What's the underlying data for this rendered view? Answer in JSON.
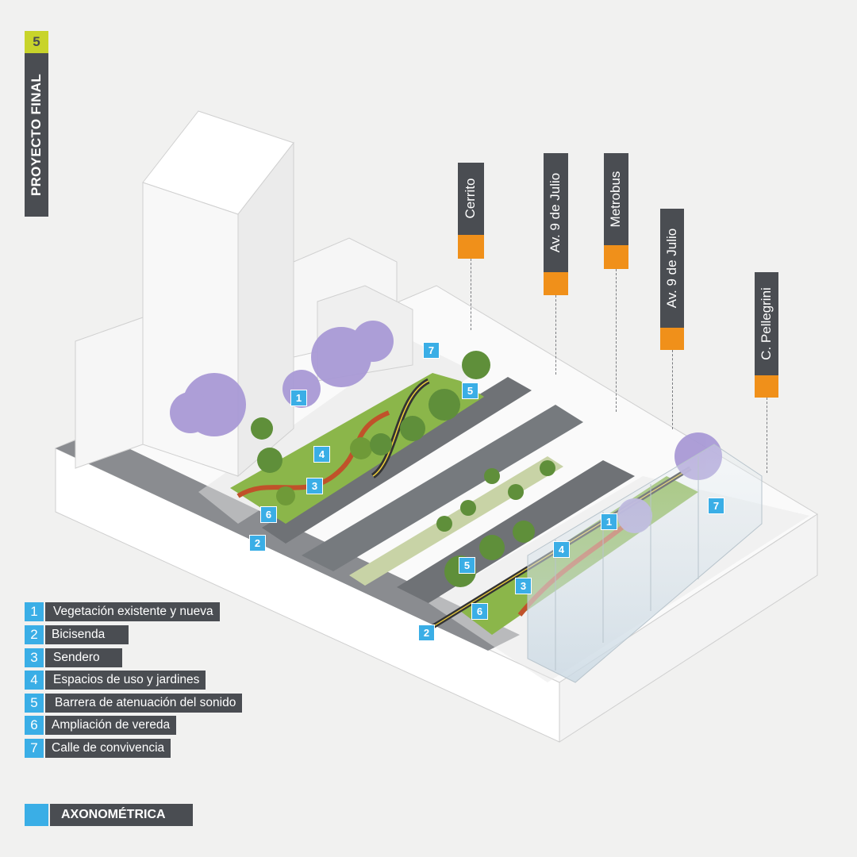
{
  "section": {
    "number": "5",
    "title": "PROYECTO FINAL"
  },
  "streets": [
    {
      "label": "Cerrito"
    },
    {
      "label": "Av. 9 de Julio"
    },
    {
      "label": "Metrobus"
    },
    {
      "label": "Av. 9 de Julio"
    },
    {
      "label": "C. Pellegrini"
    }
  ],
  "markers": [
    "1",
    "2",
    "3",
    "4",
    "5",
    "6",
    "7",
    "1",
    "2",
    "3",
    "4",
    "5",
    "6",
    "7"
  ],
  "legend": [
    {
      "num": "1",
      "label": "Vegetación existente y nueva"
    },
    {
      "num": "2",
      "label": "Bicisenda"
    },
    {
      "num": "3",
      "label": "Sendero"
    },
    {
      "num": "4",
      "label": "Espacios de uso y jardines"
    },
    {
      "num": "5",
      "label": "Barrera de atenuación del sonido"
    },
    {
      "num": "6",
      "label": "Ampliación de vereda"
    },
    {
      "num": "7",
      "label": "Calle de convivencia"
    }
  ],
  "footer": {
    "label": "AXONOMÉTRICA"
  },
  "colors": {
    "accent_blue": "#3aaee6",
    "accent_orange": "#f0901a",
    "accent_lime": "#c8d42b",
    "label_dark": "#4a4d52",
    "background": "#f1f1f0"
  }
}
